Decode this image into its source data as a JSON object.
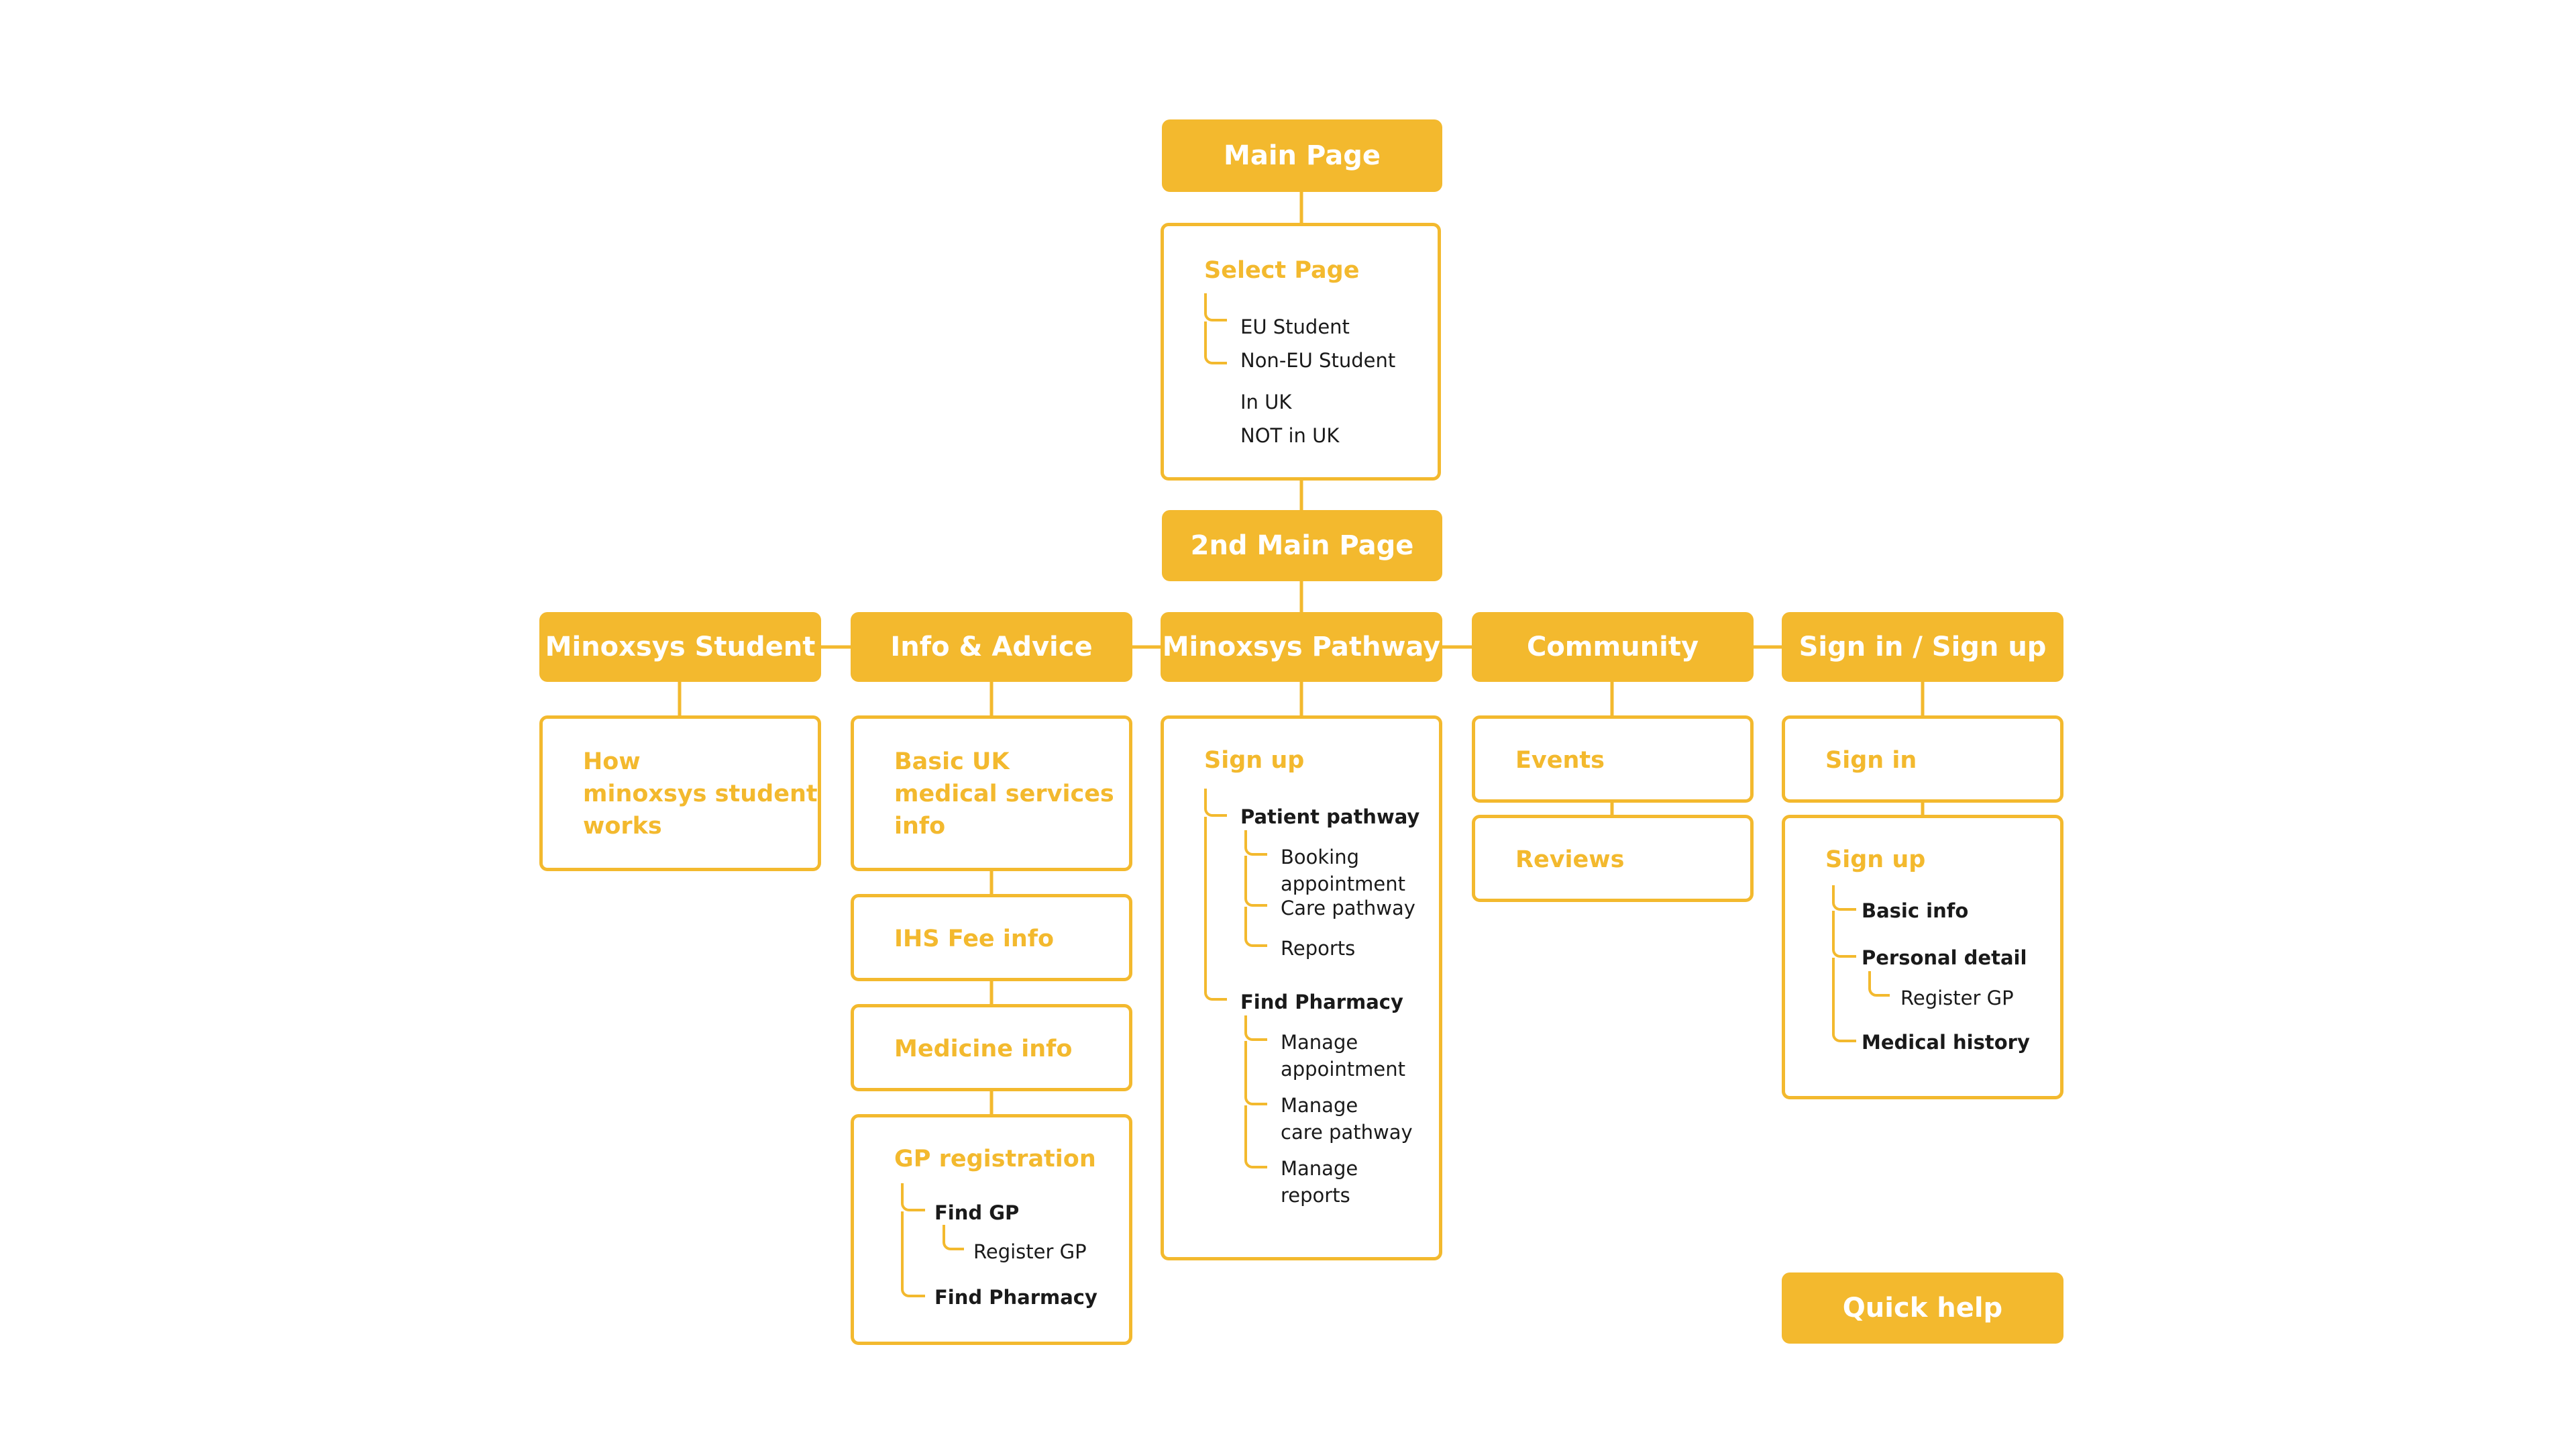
{
  "colors": {
    "accent": "#F3B92E",
    "text": "#1a1a1a",
    "background": "#ffffff"
  },
  "main_page": "Main Page",
  "select_page": {
    "title": "Select Page",
    "items": [
      "EU Student",
      "Non-EU Student",
      "In UK",
      "NOT in UK"
    ]
  },
  "second_main_page": "2nd Main Page",
  "sections": {
    "student": "Minoxsys Student",
    "info": "Info & Advice",
    "pathway": "Minoxsys Pathway",
    "community": "Community",
    "signin": "Sign in / Sign up"
  },
  "student": {
    "how": "How\nminoxsys student\nworks"
  },
  "info": {
    "basic": "Basic UK\nmedical services\ninfo",
    "ihs": "IHS Fee info",
    "medicine": "Medicine info",
    "gp": {
      "title": "GP registration",
      "find_gp": "Find GP",
      "register_gp": "Register GP",
      "find_pharmacy": "Find Pharmacy"
    }
  },
  "pathway": {
    "title": "Sign up",
    "patient_pathway": "Patient pathway",
    "patient_items": [
      "Booking\nappointment",
      "Care pathway",
      "Reports"
    ],
    "find_pharmacy": "Find Pharmacy",
    "pharmacy_items": [
      "Manage\nappointment",
      "Manage\ncare pathway",
      "Manage\nreports"
    ]
  },
  "community": {
    "events": "Events",
    "reviews": "Reviews"
  },
  "signin": {
    "sign_in": "Sign in",
    "sign_up": {
      "title": "Sign up",
      "basic_info": "Basic info",
      "personal_detail": "Personal detail",
      "register_gp": "Register GP",
      "medical_history": "Medical history"
    }
  },
  "quick_help": "Quick help"
}
